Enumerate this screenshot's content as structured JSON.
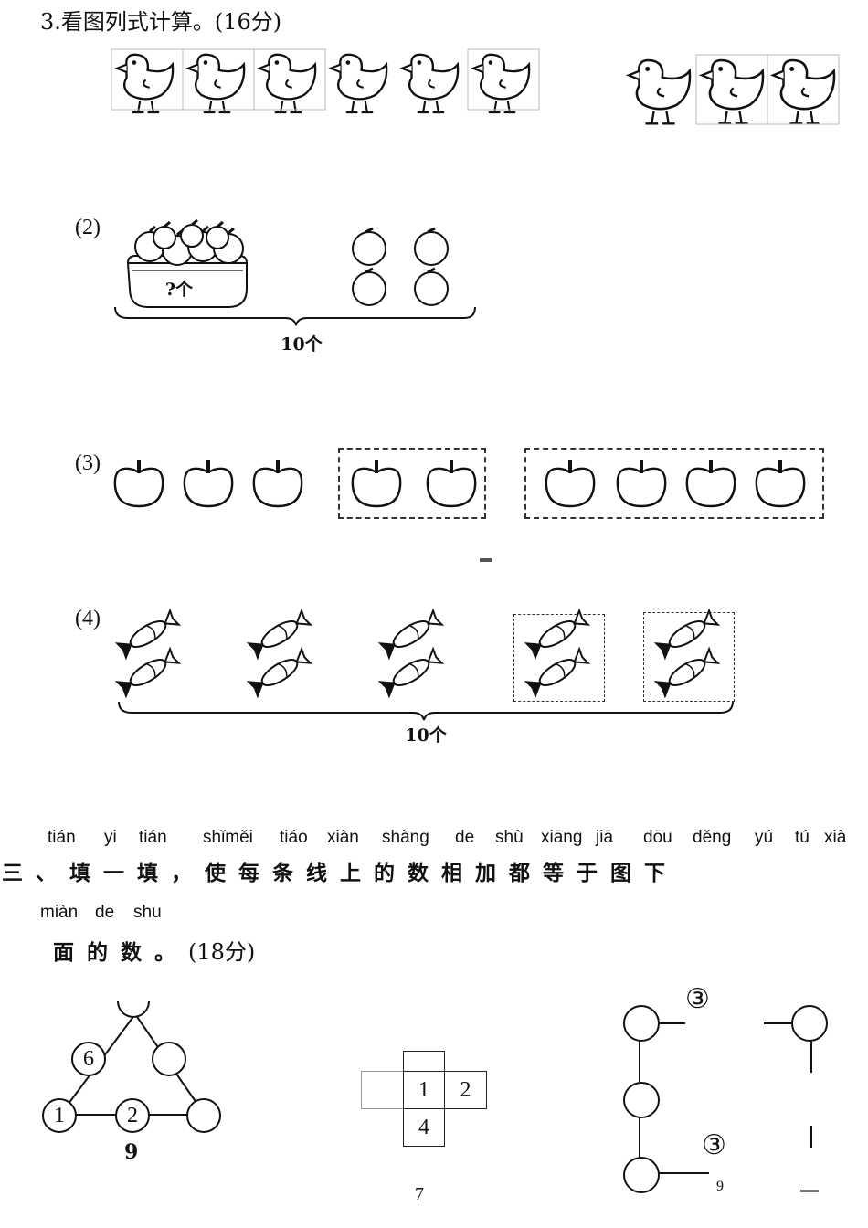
{
  "section2": {
    "title": "3.看图列式计算。(16分)",
    "q2": {
      "label": "(2)",
      "basket_label": "?个",
      "total": "10个"
    },
    "q3": {
      "label": "(3)"
    },
    "q4": {
      "label": "(4)",
      "total": "10个"
    }
  },
  "section3": {
    "pinyin_line1": [
      "tián",
      "yi",
      "tián",
      "shǐměi",
      "tiáo",
      "xiàn",
      "shàng",
      "de",
      "shù",
      "xiāng",
      "jiā",
      "dōu",
      "děng",
      "yú",
      "tú",
      "xià"
    ],
    "heading_line1": "三、填一填，使每条线上的数相加都等于图下",
    "pinyin_line2": [
      "miàn",
      "de",
      "shu"
    ],
    "heading_line2": "面的数。",
    "points": "(18分)",
    "triangle": {
      "top_left": "6",
      "bottom_left": "1",
      "bottom_mid": "2",
      "sum": "9"
    },
    "cross": {
      "c1": "1",
      "c2": "2",
      "c3": "4",
      "sum": "7"
    },
    "square": {
      "top": "③",
      "bottom": "③",
      "sum": "9"
    }
  }
}
